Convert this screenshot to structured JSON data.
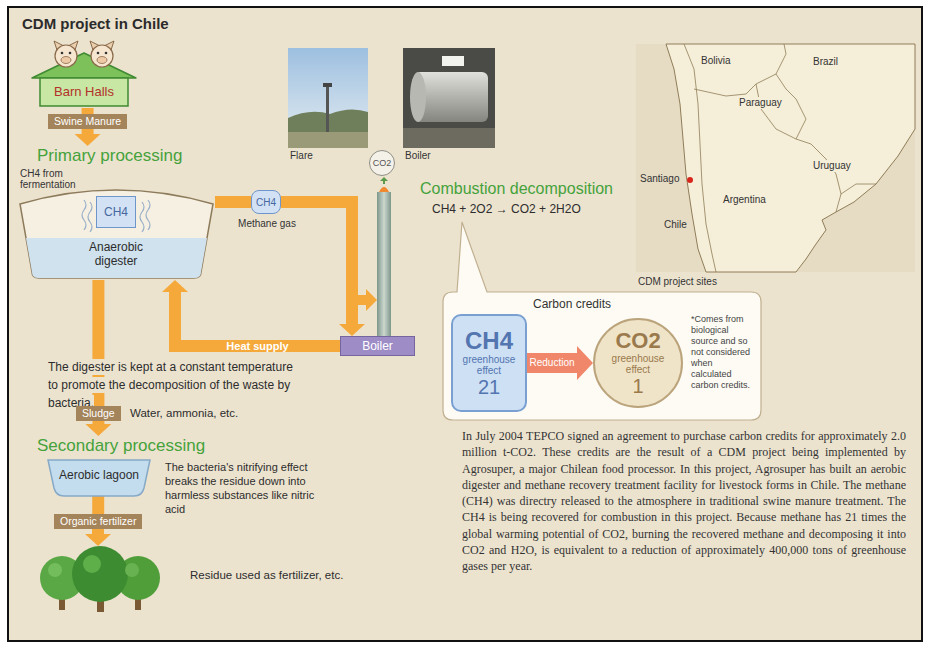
{
  "diagram": {
    "title": "CDM project in Chile",
    "nodes": [
      {
        "text": [
          "Barn Halls"
        ]
      },
      {
        "text": [
          "Swine Manure"
        ]
      },
      {
        "text": [
          "Primary processing",
          "CH4 from fermentation",
          "Anaerobic digester"
        ]
      },
      {
        "text": [
          "CH4"
        ],
        "in": 2
      },
      {
        "text": [
          "CH4",
          "Methane gas"
        ]
      },
      {
        "text": [
          "CO2"
        ]
      },
      {
        "text": [
          "Boiler"
        ]
      },
      {
        "text": [
          "Sludge"
        ]
      },
      {
        "text": [
          "Secondary processing",
          "Aerobic lagoon"
        ]
      },
      {
        "text": [
          "Organic fertilizer"
        ]
      },
      {
        "text": [
          "Carbon credits",
          "*Comes from biological source and so not considered when calculated carbon credits."
        ]
      },
      {
        "text": [
          "CH4",
          "greenhouse effect",
          "21"
        ],
        "in": 10
      },
      {
        "text": [
          "CO2",
          "greenhouse effect",
          "1"
        ],
        "in": 10
      }
    ],
    "edges": [
      {
        "from": 0,
        "to": 1,
        "arrow": "none"
      },
      {
        "from": 1,
        "to": 2,
        "arrow": "to"
      },
      {
        "from": 2,
        "to": 4,
        "arrow": "none"
      },
      {
        "from": 4,
        "to": 6,
        "arrow": "to"
      },
      {
        "from": 6,
        "to": 2,
        "arrow": "to",
        "label": "Heat supply"
      },
      {
        "from": 2,
        "to": 7,
        "arrow": "none"
      },
      {
        "from": 7,
        "to": 8,
        "arrow": "to"
      },
      {
        "from": 8,
        "to": 9,
        "arrow": "none"
      },
      {
        "from": 11,
        "to": 12,
        "arrow": "to",
        "label": "Reduction"
      }
    ],
    "labels": [
      "Flare",
      "Boiler",
      "Bolivia",
      "Brazil",
      "Paraguay",
      "Santiago",
      "Argentina",
      "Uruguay",
      "Chile",
      "CDM project sites",
      "Combustion decomposition",
      "CH4 + 2O2 → CO2 + 2H2O",
      "The digester is kept at a constant temperature to promote the decomposition of the waste by bacteria.",
      "Water, ammonia, etc.",
      "The bacteria's nitrifying effect breaks the residue down into harmless substances like nitric acid",
      "Residue used as fertilizer, etc.",
      "In July 2004 TEPCO signed an agreement to purchase carbon credits for approximately 2.0 million t-CO2. These credits are the result of a CDM project being implemented by Agrosuper, a major Chilean food processor. In this project, Agrosuper has built an aerobic digester and methane recovery treatment facility for livestock forms in Chile. The methane (CH4) was directry released to the atmosphere in traditional swine manure treatment. The CH4 is being recovered for combustion in this project. Because methane has 21 times the global warming potential of CO2, burning the recovered methane and decomposing it into CO2 and H2O, is equivalent to a reduction of approximately 400,000 tons of greenhouse gases per year."
    ]
  }
}
